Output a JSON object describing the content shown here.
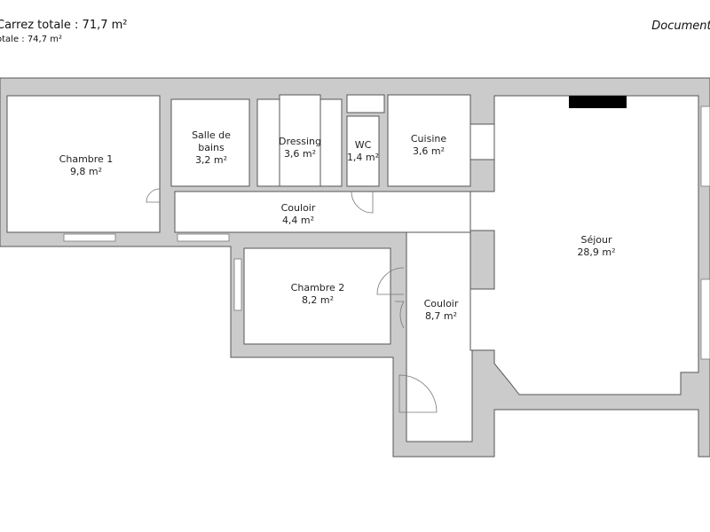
{
  "header": {
    "carrez_total": "Carrez totale :  71,7 m²",
    "surface_total": "otale :  74,7 m²",
    "document_note": "Document n"
  },
  "rooms": [
    {
      "name": "Chambre 1",
      "area": "9,8 m²"
    },
    {
      "name": "Salle de",
      "name2": "bains",
      "area": "3,2 m²"
    },
    {
      "name": "Dressing",
      "area": "3,6 m²"
    },
    {
      "name": "WC",
      "area": "1,4 m²"
    },
    {
      "name": "Cuisine",
      "area": "3,6 m²"
    },
    {
      "name": "Couloir",
      "area": "4,4 m²"
    },
    {
      "name": "Séjour",
      "area": "28,9 m²"
    },
    {
      "name": "Chambre 2",
      "area": "8,2 m²"
    },
    {
      "name": "Couloir",
      "area": "8,7 m²"
    }
  ]
}
